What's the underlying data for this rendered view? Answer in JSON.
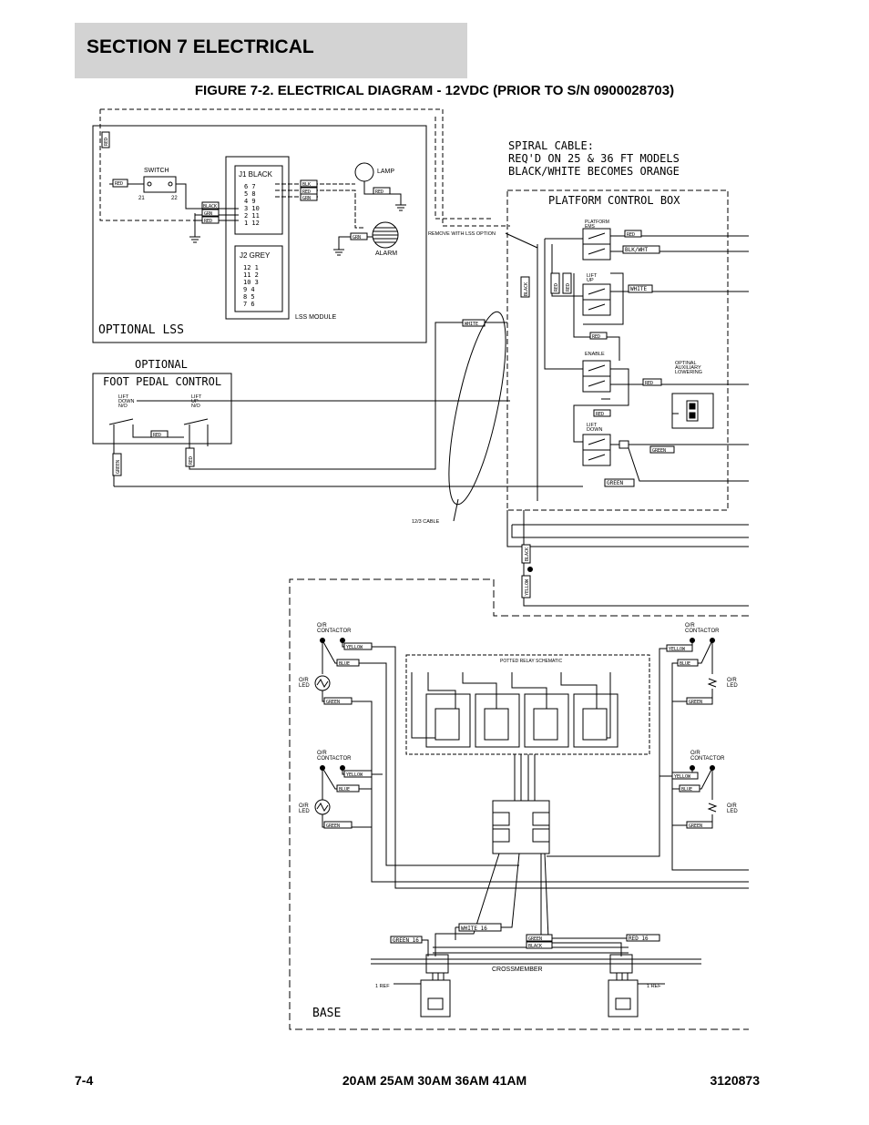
{
  "section": {
    "title": "SECTION 7   ELECTRICAL"
  },
  "figure": {
    "title": "FIGURE 7-2. ELECTRICAL DIAGRAM - 12VDC (PRIOR TO S/N 0900028703)"
  },
  "lss": {
    "box_label": "OPTIONAL LSS",
    "switch_label": "SWITCH",
    "switch_pins": [
      "21",
      "22"
    ],
    "j1_label": "J1 BLACK",
    "j1_pins": [
      "6 7",
      "5 8",
      "4 9",
      "3 10",
      "2 11",
      "1 12"
    ],
    "j2_label": "J2 GREY",
    "j2_pins": [
      "12 1",
      "11 2",
      "10 3",
      "9 4",
      "8 5",
      "7 6"
    ],
    "module_label": "LSS MODULE",
    "lamp_label": "LAMP",
    "alarm_label": "ALARM",
    "wire_tags": [
      "RED",
      "RED",
      "BLACK",
      "GRN",
      "RED",
      "RED",
      "BLK",
      "RED",
      "GRN",
      "GRN"
    ]
  },
  "spiral": {
    "lines": [
      "SPIRAL CABLE:",
      "REQ'D ON 25 & 36 FT MODELS",
      "BLACK/WHITE BECOMES ORANGE"
    ]
  },
  "platform": {
    "box_label": "PLATFORM CONTROL BOX",
    "remove_note": "REMOVE WITH LSS OPTION",
    "platform_ems": "PLATFORM\nEMS",
    "lift_up": "LIFT\nUP",
    "enable": "ENABLE",
    "lift_down": "LIFT\nDOWN",
    "aux_lowering": "OPTINAL\nAUXILIARY\nLOWERING",
    "wire_red": "RED",
    "wire_blkwht": "BLK/WHT",
    "wire_white": "WHITE",
    "wire_black": "BLACK",
    "wire_green": "GREEN",
    "wire_yellow": "YELLOW"
  },
  "foot": {
    "optional": "OPTIONAL",
    "label": "FOOT PEDAL CONTROL",
    "lift_down": "LIFT\nDOWN\nN/O",
    "lift_up": "LIFT\nUP\nN/O",
    "wire_red": "RED",
    "wire_green": "GREEN"
  },
  "cable": {
    "label": "12/3 CABLE"
  },
  "base": {
    "label": "BASE",
    "or_contactor": "O/R\nCONTACTOR",
    "or_led": "O/R\nLED",
    "wire_yellow": "YELLOW",
    "wire_blue": "BLUE",
    "wire_green": "GREEN",
    "relay_title": "POTTED RELAY SCHEMATIC",
    "crossmember": "CROSSMEMBER",
    "ref": "1 REF",
    "wire_green16": "GREEN 16",
    "wire_white16": "WHITE 16",
    "wire_red16": "RED 16",
    "wire_black": "BLACK"
  },
  "footer": {
    "page": "7-4",
    "models": "20AM 25AM 30AM 36AM 41AM",
    "doc": "3120873"
  }
}
